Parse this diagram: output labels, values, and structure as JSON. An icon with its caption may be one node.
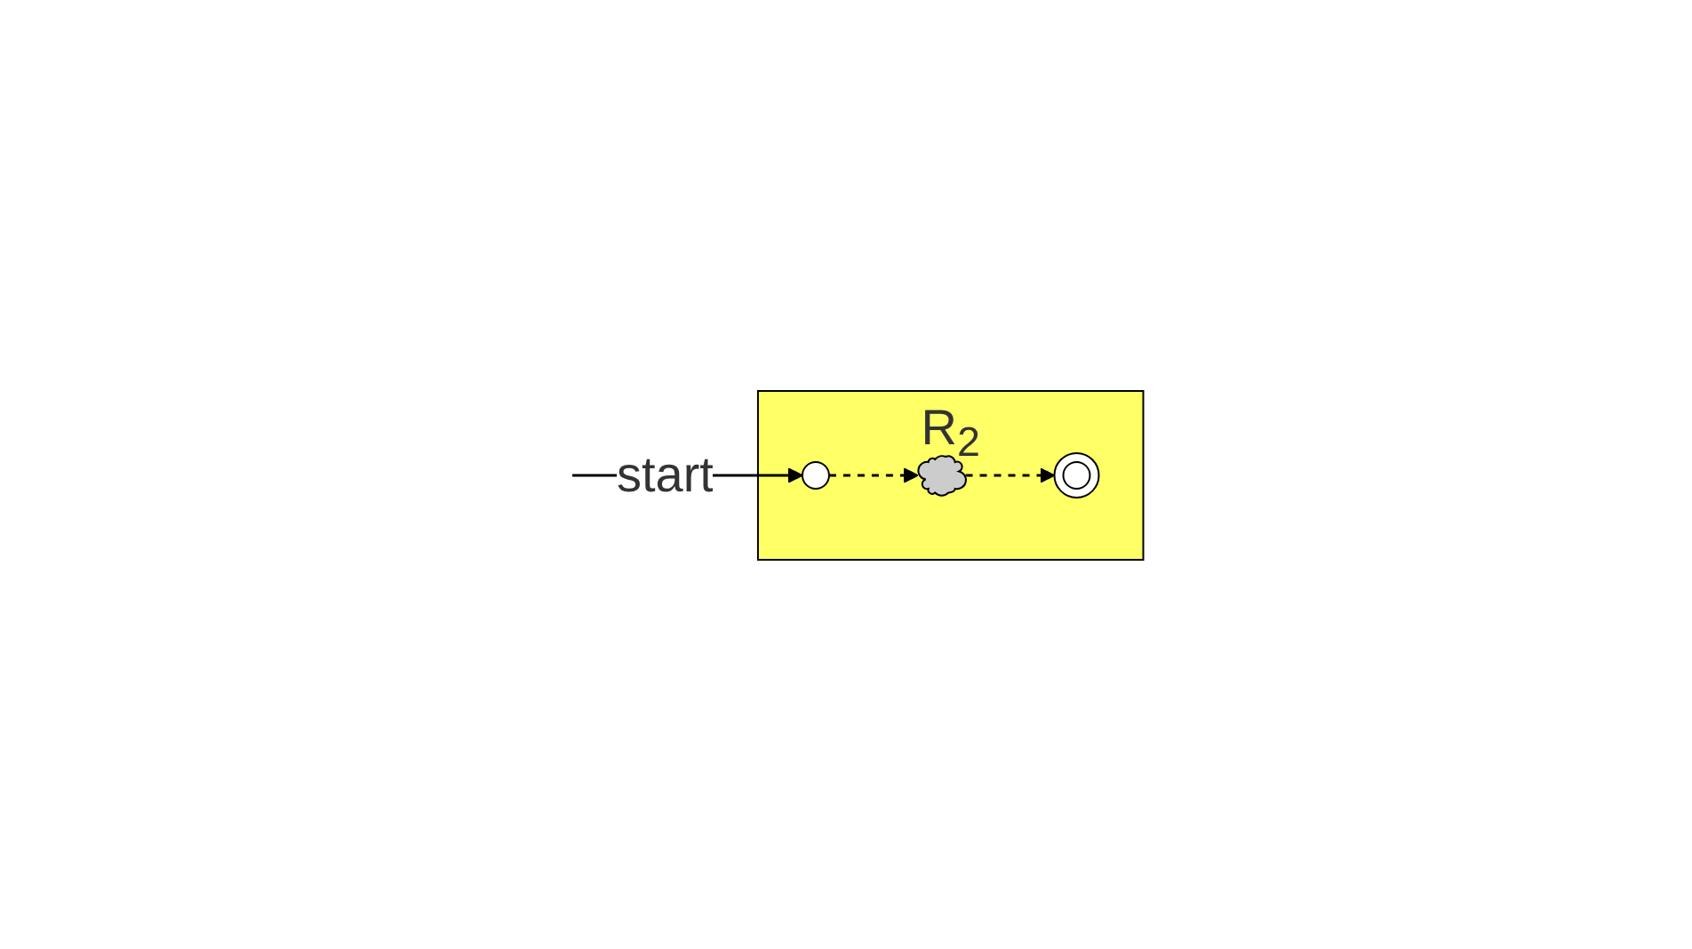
{
  "diagram": {
    "nodes": [
      {
        "text": [
          "R$_{2}$"
        ]
      },
      {
        "text": [],
        "shape": "circle",
        "in": 0
      },
      {
        "text": [],
        "shape": "cloud",
        "in": 0
      },
      {
        "text": [],
        "shape": "circle",
        "in": 0
      }
    ],
    "edges": [
      {
        "from": null,
        "to": 1,
        "arrow": "to",
        "label": "start"
      },
      {
        "from": 1,
        "to": 2,
        "arrow": "to",
        "style": "dashed"
      },
      {
        "from": 2,
        "to": 3,
        "arrow": "to",
        "style": "dashed"
      }
    ]
  }
}
